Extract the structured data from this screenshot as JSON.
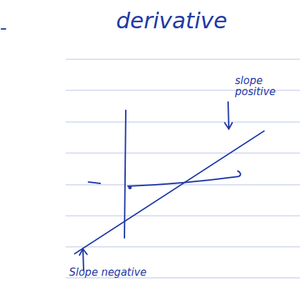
{
  "diagram": {
    "labels": [
      "derivative",
      "slope positive",
      "Slope negative"
    ]
  }
}
